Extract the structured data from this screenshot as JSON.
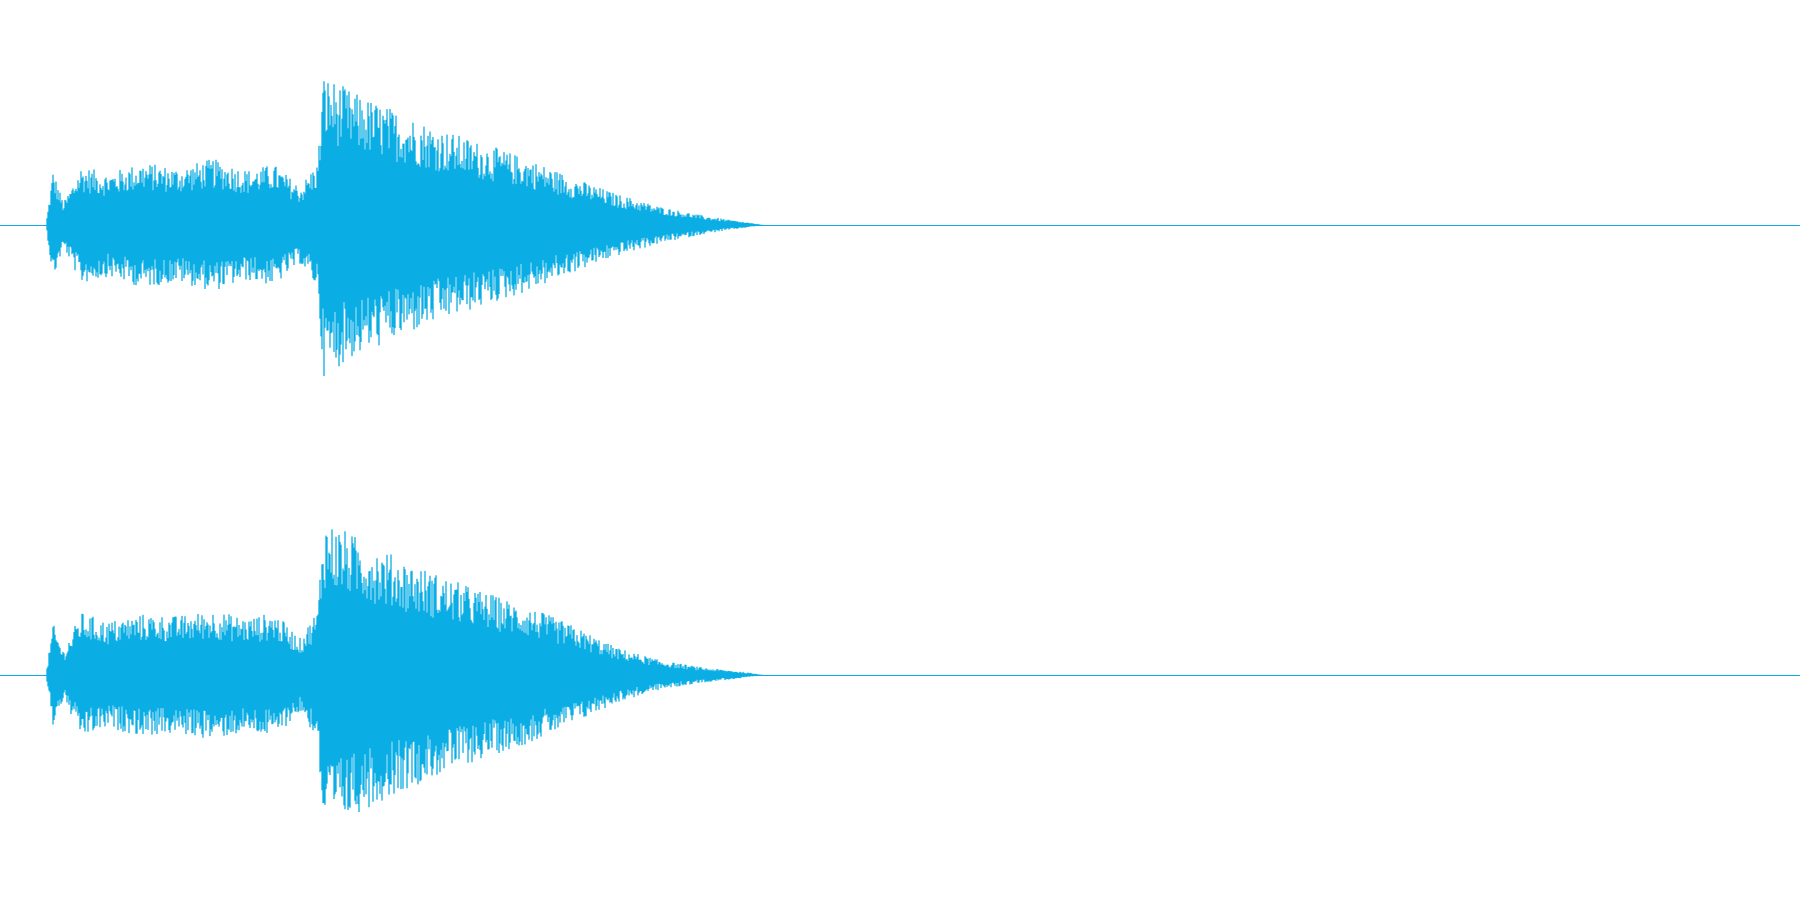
{
  "waveform": {
    "color": "#0aaee4",
    "background": "#ffffff",
    "channels": [
      {
        "name": "",
        "envelope": [
          [
            0.0,
            0.0
          ],
          [
            0.004,
            0.3
          ],
          [
            0.01,
            0.12
          ],
          [
            0.02,
            0.32
          ],
          [
            0.035,
            0.28
          ],
          [
            0.055,
            0.34
          ],
          [
            0.075,
            0.31
          ],
          [
            0.095,
            0.36
          ],
          [
            0.115,
            0.3
          ],
          [
            0.13,
            0.33
          ],
          [
            0.145,
            0.21
          ],
          [
            0.155,
            0.35
          ],
          [
            0.158,
            0.82
          ],
          [
            0.175,
            0.72
          ],
          [
            0.2,
            0.62
          ],
          [
            0.225,
            0.52
          ],
          [
            0.25,
            0.44
          ],
          [
            0.275,
            0.36
          ],
          [
            0.3,
            0.26
          ],
          [
            0.325,
            0.17
          ],
          [
            0.35,
            0.1
          ],
          [
            0.375,
            0.05
          ],
          [
            0.395,
            0.02
          ],
          [
            0.41,
            0.0
          ],
          [
            1.0,
            0.0
          ]
        ]
      },
      {
        "name": "",
        "envelope": [
          [
            0.0,
            0.0
          ],
          [
            0.004,
            0.28
          ],
          [
            0.01,
            0.13
          ],
          [
            0.02,
            0.34
          ],
          [
            0.035,
            0.29
          ],
          [
            0.055,
            0.33
          ],
          [
            0.075,
            0.32
          ],
          [
            0.095,
            0.35
          ],
          [
            0.115,
            0.31
          ],
          [
            0.13,
            0.34
          ],
          [
            0.145,
            0.2
          ],
          [
            0.155,
            0.36
          ],
          [
            0.158,
            0.85
          ],
          [
            0.175,
            0.76
          ],
          [
            0.2,
            0.64
          ],
          [
            0.225,
            0.54
          ],
          [
            0.25,
            0.45
          ],
          [
            0.275,
            0.37
          ],
          [
            0.3,
            0.27
          ],
          [
            0.325,
            0.15
          ],
          [
            0.35,
            0.08
          ],
          [
            0.375,
            0.04
          ],
          [
            0.395,
            0.02
          ],
          [
            0.41,
            0.0
          ],
          [
            1.0,
            0.0
          ]
        ]
      }
    ]
  }
}
